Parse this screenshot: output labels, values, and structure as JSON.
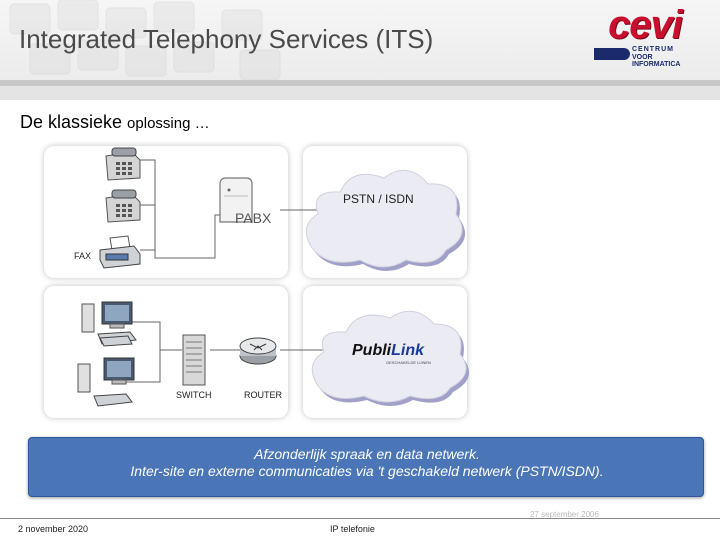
{
  "slide": {
    "title": "Integrated Telephony Services (ITS)",
    "subtitle_main": "De klassieke ",
    "subtitle_small": "oplossing …"
  },
  "logo": {
    "brand": "cevi",
    "line1": "CENTRUM",
    "line2": "VOOR INFORMATICA"
  },
  "diagram": {
    "pstn_label": "PSTN / ISDN",
    "pabx_label": "PABX",
    "fax_label": "FAX",
    "switch_label": "SWITCH",
    "router_label": "ROUTER",
    "publilink_brand_a": "Publi",
    "publilink_brand_b": "Link",
    "publilink_tagline": "GESCHAKELDE LIJNEN"
  },
  "message": {
    "line1": "Afzonderlijk spraak en data netwerk.",
    "line2": "Inter-site en externe  communicaties via 't geschakeld netwerk (PSTN/ISDN)."
  },
  "faded_text": "27 september 2006",
  "footer": {
    "date": "2 november 2020",
    "topic": "IP telefonie"
  },
  "colors": {
    "title": "#4a4a4a",
    "brand_red": "#c8102e",
    "brand_blue": "#1a2a6c",
    "message_bg": "#4a76b8",
    "cloud_fill": "#e8e8f0",
    "cloud_shadow": "#a0a0c8"
  }
}
